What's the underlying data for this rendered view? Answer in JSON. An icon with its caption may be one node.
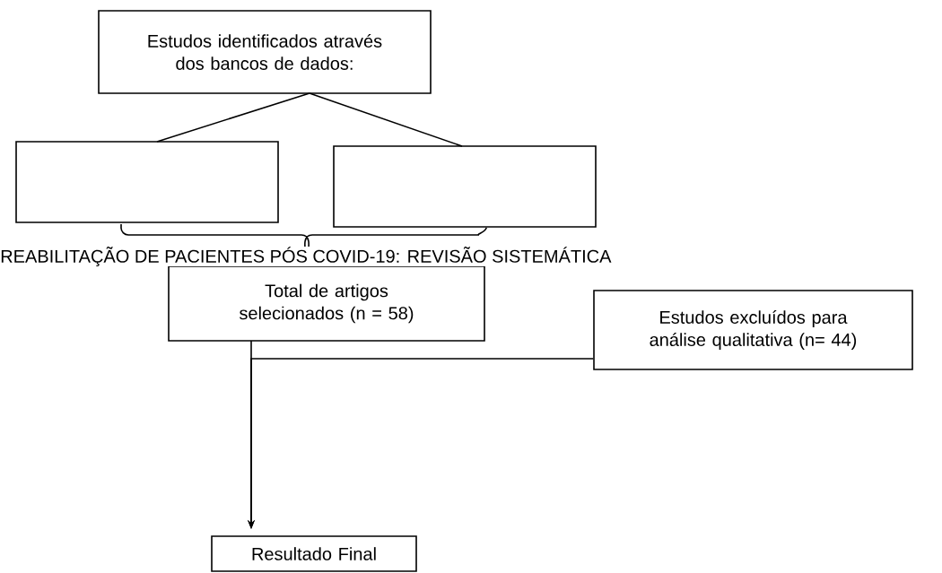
{
  "diagram": {
    "nodes": [
      {
        "text": [
          "Estudos identificados através dos bancos de dados:"
        ]
      },
      {
        "text": [],
        "shape": "box"
      },
      {
        "text": [],
        "shape": "box"
      },
      {
        "text": [
          "Total de artigos selecionados (n = 58)"
        ]
      },
      {
        "text": [
          "Estudos excluídos para análise qualitativa (n= 44)"
        ]
      },
      {
        "text": [
          "Resultado Final"
        ]
      }
    ],
    "edges": [
      {
        "from": 0,
        "to": 1,
        "arrow": "none"
      },
      {
        "from": 0,
        "to": 2,
        "arrow": "none"
      },
      {
        "from": 1,
        "to": 3,
        "arrow": "none"
      },
      {
        "from": 2,
        "to": 3,
        "arrow": "none"
      },
      {
        "from": 3,
        "to": 5,
        "arrow": "to"
      },
      {
        "from": 4,
        "to": 5,
        "arrow": "to"
      }
    ],
    "labels": [
      "REABILITAÇÃO DE PACIENTES PÓS COVID-19: REVISÃO SISTEMÁTICA"
    ]
  }
}
